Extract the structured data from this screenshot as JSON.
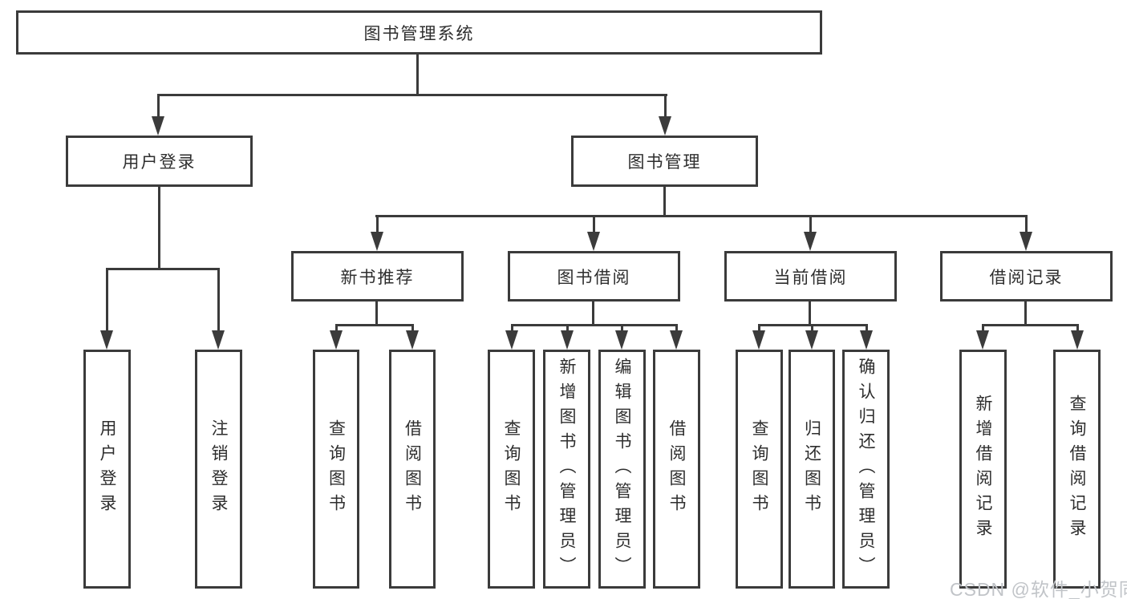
{
  "diagram": {
    "root": {
      "label": "图书管理系统"
    },
    "level2": [
      {
        "label": "用户登录"
      },
      {
        "label": "图书管理"
      }
    ],
    "level3": [
      {
        "label": "新书推荐"
      },
      {
        "label": "图书借阅"
      },
      {
        "label": "当前借阅"
      },
      {
        "label": "借阅记录"
      }
    ],
    "leaves": [
      {
        "label": "用户登录"
      },
      {
        "label": "注销登录"
      },
      {
        "label": "查询图书"
      },
      {
        "label": "借阅图书"
      },
      {
        "label": "查询图书"
      },
      {
        "label": "新增图书（管理员）"
      },
      {
        "label": "编辑图书（管理员）"
      },
      {
        "label": "借阅图书"
      },
      {
        "label": "查询图书"
      },
      {
        "label": "归还图书"
      },
      {
        "label": "确认归还（管理员）"
      },
      {
        "label": "新增借阅记录"
      },
      {
        "label": "查询借阅记录"
      }
    ],
    "watermark": "CSDN @软件_小贺同学",
    "colors": {
      "line": "#3b3b3b",
      "text": "#2e2e2e",
      "background": "#ffffff",
      "watermark": "#c1c4c8"
    }
  }
}
